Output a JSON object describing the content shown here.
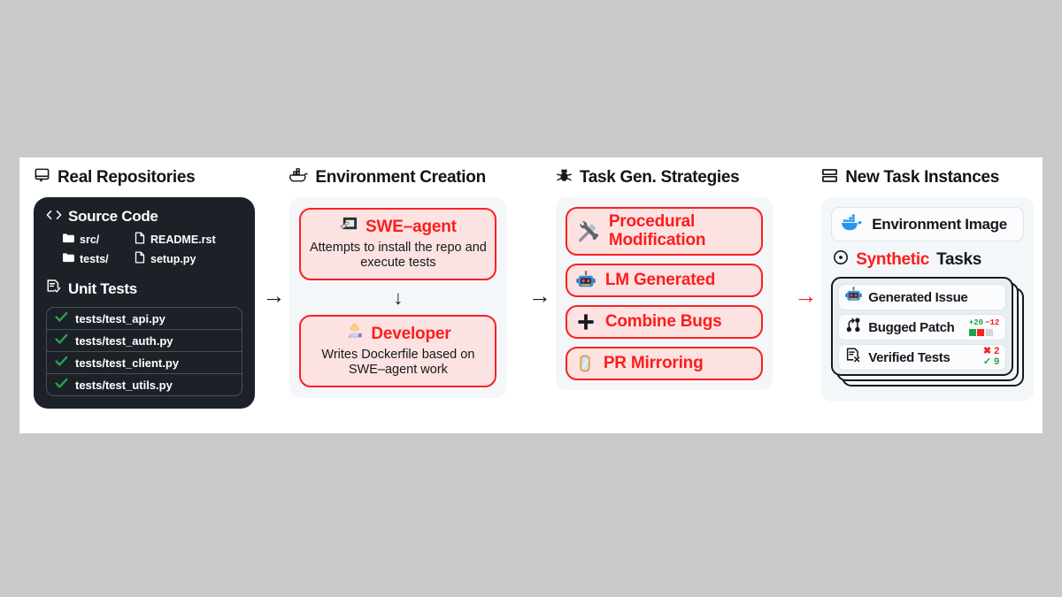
{
  "figure": {
    "background_color": "#c9c9c9",
    "canvas_color": "#ffffff",
    "accent_red": "#fb1d1d",
    "dark_card_color": "#1c2128",
    "pink_fill": "#fde2e2",
    "green": "#19a34a"
  },
  "panels": [
    {
      "icon": "repo-book-icon",
      "title": "Real Repositories",
      "source_code": {
        "icon": "code-brackets-icon",
        "title": "Source Code",
        "files": [
          {
            "icon": "folder-icon",
            "name": "src/"
          },
          {
            "icon": "file-icon",
            "name": "README.rst"
          },
          {
            "icon": "folder-icon",
            "name": "tests/"
          },
          {
            "icon": "file-icon",
            "name": "setup.py"
          }
        ]
      },
      "unit_tests": {
        "icon": "file-check-icon",
        "title": "Unit Tests",
        "tests": [
          {
            "status_icon": "check-icon",
            "name": "tests/test_api.py"
          },
          {
            "status_icon": "check-icon",
            "name": "tests/test_auth.py"
          },
          {
            "status_icon": "check-icon",
            "name": "tests/test_client.py"
          },
          {
            "status_icon": "check-icon",
            "name": "tests/test_utils.py"
          }
        ]
      }
    },
    {
      "icon": "docker-whale-outline-icon",
      "title": "Environment Creation",
      "cards": [
        {
          "icon": "swe-agent-icon",
          "title": "SWE–agent",
          "description": "Attempts to install the repo and execute tests"
        },
        {
          "icon": "developer-woman-icon",
          "title": "Developer",
          "description": "Writes Dockerfile based on SWE–agent work"
        }
      ],
      "connector": "down-arrow-icon"
    },
    {
      "icon": "bug-icon",
      "title": "Task Gen. Strategies",
      "strategies": [
        {
          "icon": "hammer-and-wrench-icon",
          "label": "Procedural Modification"
        },
        {
          "icon": "robot-icon",
          "label": "LM Generated"
        },
        {
          "icon": "plus-icon",
          "label": "Combine Bugs"
        },
        {
          "icon": "mirror-icon",
          "label": "PR Mirroring"
        }
      ]
    },
    {
      "icon": "stacked-rows-icon",
      "title": "New Task Instances",
      "environment_image": {
        "icon": "docker-logo-icon",
        "label": "Environment Image"
      },
      "synthetic_tasks": {
        "icon": "dot-circle-icon",
        "label_red": "Synthetic",
        "label_black": "Tasks"
      },
      "task_rows": [
        {
          "icon": "robot-icon",
          "label": "Generated Issue"
        },
        {
          "icon": "git-branch-icon",
          "label": "Bugged Patch",
          "diff": {
            "added": "+20",
            "removed": "−12",
            "squares": [
              "green",
              "red",
              "neutral"
            ]
          }
        },
        {
          "icon": "file-x-icon",
          "label": "Verified Tests",
          "results": {
            "failed_icon": "cross-icon",
            "failed_count": "2",
            "passed_icon": "check-icon",
            "passed_count": "9"
          }
        }
      ]
    }
  ],
  "arrows": [
    {
      "glyph": "→",
      "color": "black"
    },
    {
      "glyph": "→",
      "color": "black"
    },
    {
      "glyph": "→",
      "color": "red"
    }
  ]
}
